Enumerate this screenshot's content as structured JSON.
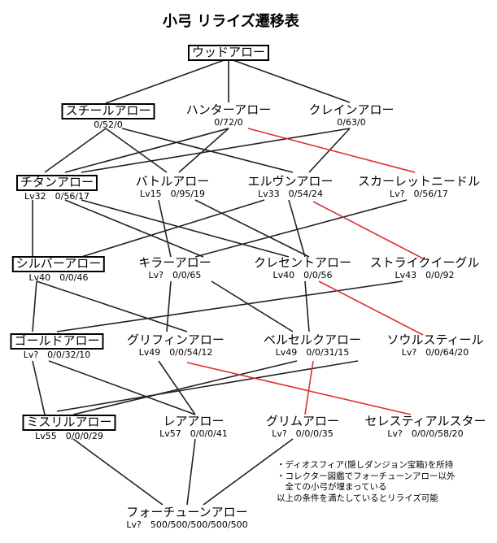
{
  "title": "小弓 リライズ遷移表",
  "colors": {
    "line": "#222222",
    "red_line": "#e03030"
  },
  "nodes": {
    "wood": {
      "name": "ウッドアロー",
      "stats": ""
    },
    "steel": {
      "name": "スチールアロー",
      "stats": "0/52/0"
    },
    "hunter": {
      "name": "ハンターアロー",
      "stats": "0/72/0"
    },
    "crane": {
      "name": "クレインアロー",
      "stats": "0/63/0"
    },
    "titan": {
      "name": "チタンアロー",
      "stats": "Lv32　0/56/17"
    },
    "battle": {
      "name": "バトルアロー",
      "stats": "Lv15　0/95/19"
    },
    "elven": {
      "name": "エルヴンアロー",
      "stats": "Lv33　0/54/24"
    },
    "scarlet": {
      "name": "スカーレットニードル",
      "stats": "Lv?　0/56/17"
    },
    "silver": {
      "name": "シルバーアロー",
      "stats": "Lv40　0/0/46"
    },
    "killer": {
      "name": "キラーアロー",
      "stats": "Lv?　0/0/65"
    },
    "crescent": {
      "name": "クレセントアロー",
      "stats": "Lv40　0/0/56"
    },
    "strike": {
      "name": "ストライクイーグル",
      "stats": "Lv43　0/0/92"
    },
    "gold": {
      "name": "ゴールドアロー",
      "stats": "Lv?　0/0/32/10"
    },
    "griffin": {
      "name": "グリフィンアロー",
      "stats": "Lv49　0/0/54/12"
    },
    "berserk": {
      "name": "ベルセルクアロー",
      "stats": "Lv49　0/0/31/15"
    },
    "soul": {
      "name": "ソウルスティール",
      "stats": "Lv?　0/0/64/20"
    },
    "mithril": {
      "name": "ミスリルアロー",
      "stats": "Lv55　0/0/0/29"
    },
    "rare": {
      "name": "レアアロー",
      "stats": "Lv57　0/0/0/41"
    },
    "grim": {
      "name": "グリムアロー",
      "stats": "Lv?　0/0/0/35"
    },
    "celestia": {
      "name": "セレスティアルスター",
      "stats": "Lv?　0/0/0/58/20"
    },
    "fortune": {
      "name": "フォーチューンアロー",
      "stats": "Lv?　500/500/500/500/500"
    }
  },
  "note": {
    "line1": "・ディオスフィア(隠しダンジョン宝箱)を所持",
    "line2": "・コレクター図鑑でフォーチューンアロー以外",
    "line3": "　全ての小弓が埋まっている",
    "line4": "以上の条件を満たしているとリライズ可能"
  }
}
